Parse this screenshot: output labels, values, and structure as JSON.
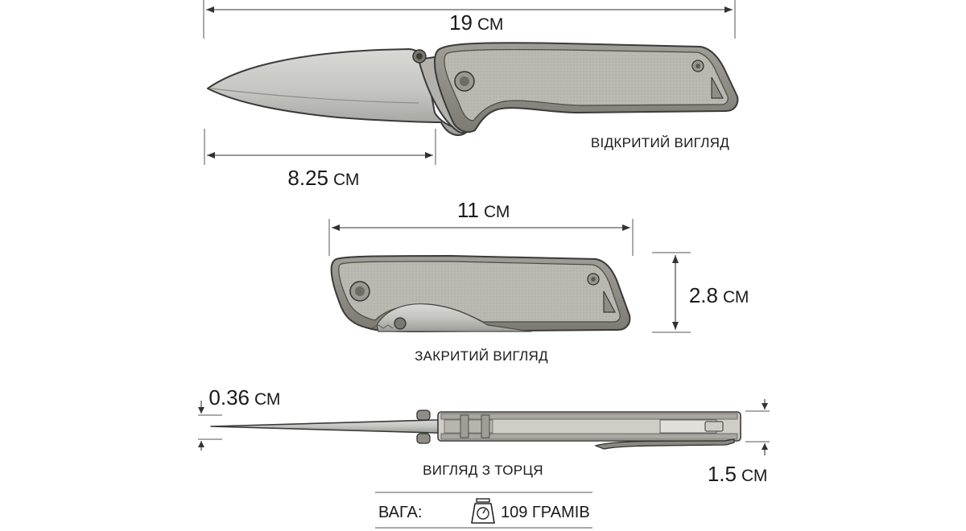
{
  "dimensions": {
    "total_length": {
      "value": "19",
      "unit": "СМ"
    },
    "blade_length": {
      "value": "8.25",
      "unit": "СМ"
    },
    "closed_length": {
      "value": "11",
      "unit": "СМ"
    },
    "height": {
      "value": "2.8",
      "unit": "СМ"
    },
    "blade_thickness": {
      "value": "0.36",
      "unit": "СМ"
    },
    "handle_thickness": {
      "value": "1.5",
      "unit": "СМ"
    }
  },
  "views": {
    "open": "ВІДКРИТИЙ ВИГЛЯД",
    "closed": "ЗАКРИТИЙ ВИГЛЯД",
    "edge": "ВИГЛЯД З ТОРЦЯ"
  },
  "weight": {
    "label": "ВАГА:",
    "value": "109 ГРАМІВ",
    "icon": "scale-icon"
  },
  "colors": {
    "handle": "#b9b8b0",
    "blade": "#c9c9c6",
    "frame": "#8e8c84",
    "outline": "#3a3a3a"
  }
}
